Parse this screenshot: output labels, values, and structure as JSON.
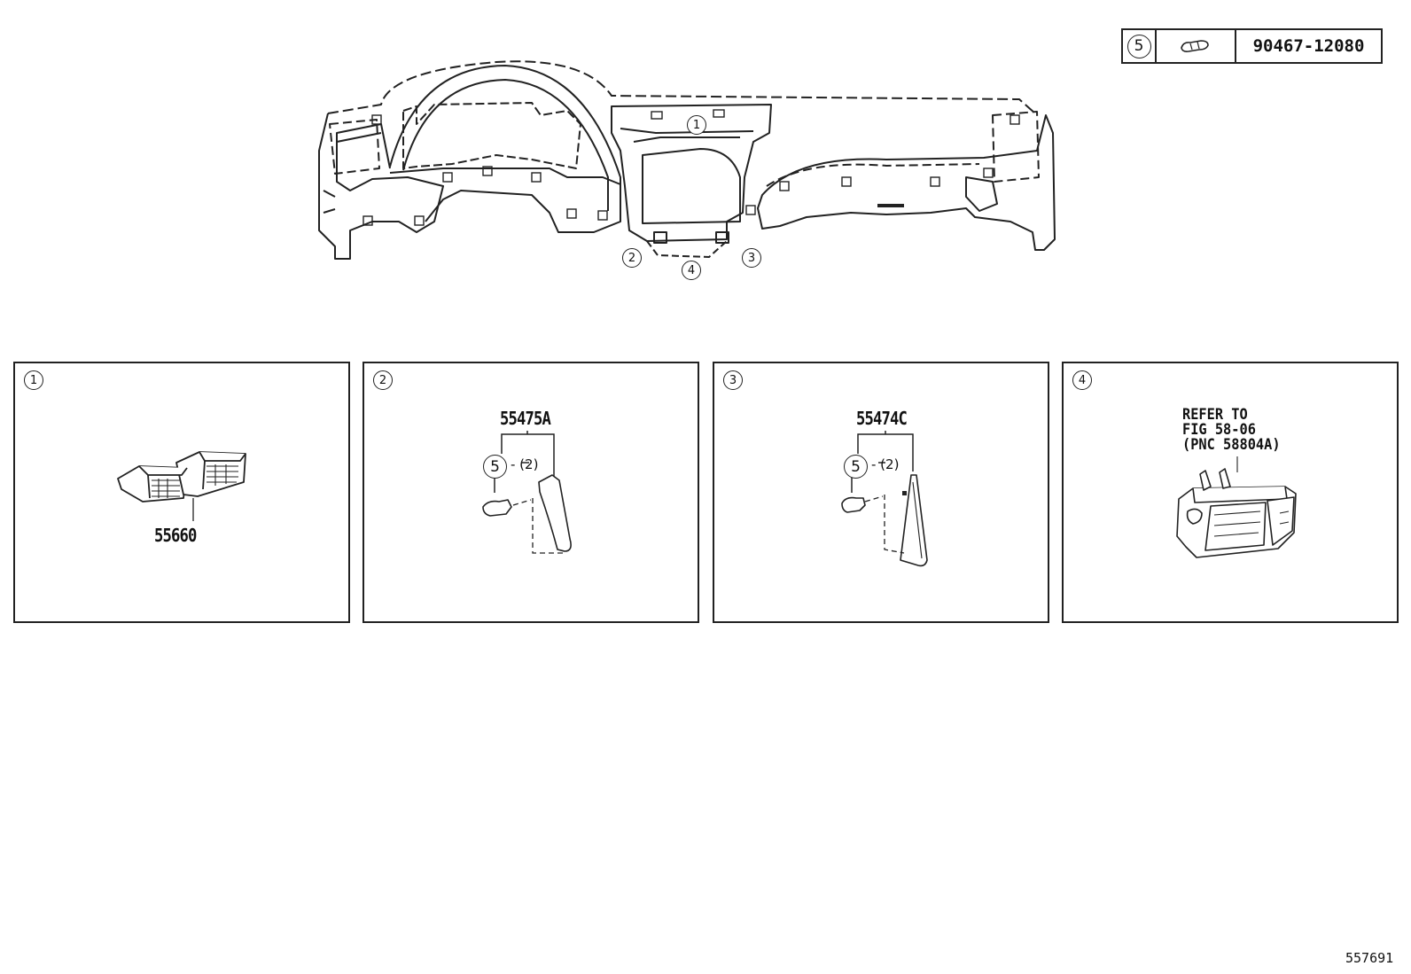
{
  "legend": {
    "ref": "5",
    "part_number": "90467-12080",
    "icon": "clip-icon"
  },
  "main_callouts": [
    "1",
    "2",
    "3",
    "4"
  ],
  "panels": [
    {
      "ref": "1",
      "part_number": "55660"
    },
    {
      "ref": "2",
      "part_number": "55475A",
      "fastener_ref": "5",
      "fastener_qty": "- (2)"
    },
    {
      "ref": "3",
      "part_number": "55474C",
      "fastener_ref": "5",
      "fastener_qty": "- (2)"
    },
    {
      "ref": "4",
      "note": "REFER TO\nFIG 58-06\n(PNC 58804A)"
    }
  ],
  "illustration_number": "557691"
}
